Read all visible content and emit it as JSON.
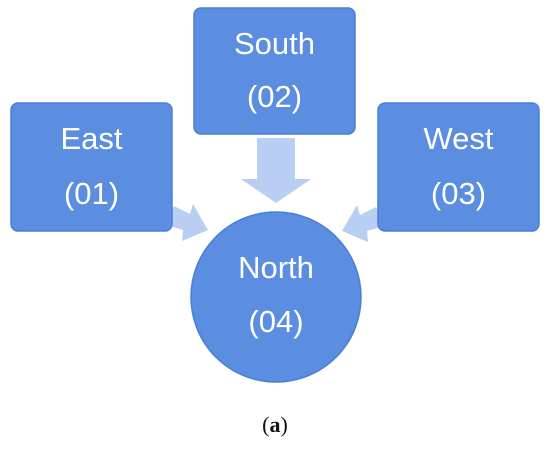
{
  "colors": {
    "node_fill": "#5B8DE0",
    "node_stroke": "#4A7FD6",
    "arrow_fill": "#B8CEF2",
    "text": "#FFFFFF",
    "caption_text": "#111111"
  },
  "nodes": {
    "east": {
      "name": "East",
      "code": "(01)"
    },
    "south": {
      "name": "South",
      "code": "(02)"
    },
    "west": {
      "name": "West",
      "code": "(03)"
    },
    "north": {
      "name": "North",
      "code": "(04)"
    }
  },
  "edges": [
    {
      "from": "East",
      "to": "North"
    },
    {
      "from": "South",
      "to": "North"
    },
    {
      "from": "West",
      "to": "North"
    }
  ],
  "caption": {
    "open": "(",
    "letter": "a",
    "close": ")"
  }
}
